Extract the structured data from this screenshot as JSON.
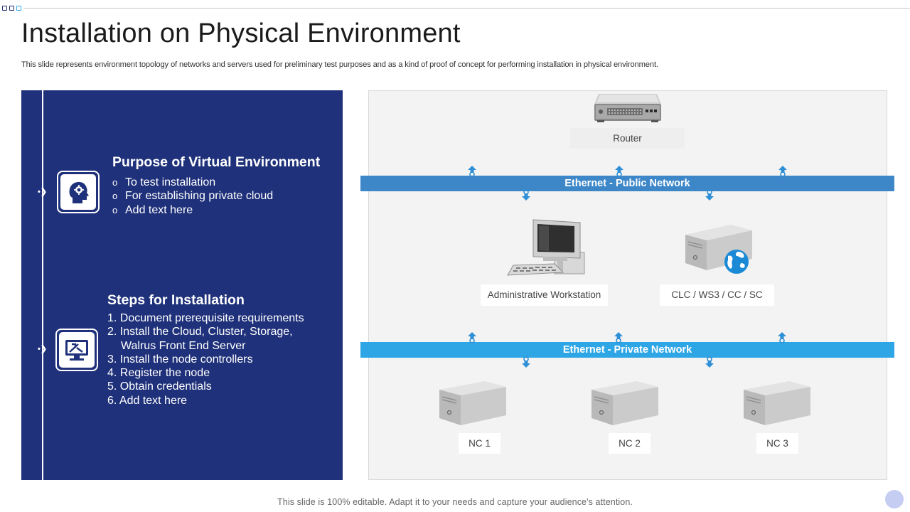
{
  "header": {
    "title": "Installation on Physical Environment",
    "subtitle": "This slide represents environment topology of networks and servers used for preliminary test purposes and as a kind of proof of concept for performing  installation in physical environment."
  },
  "left_panel": {
    "purpose": {
      "title": "Purpose of Virtual Environment",
      "icon": "head-gear-icon",
      "bullet_mark": "o",
      "items": [
        "To test installation",
        "For establishing private cloud",
        "Add text here"
      ]
    },
    "steps": {
      "title": "Steps for Installation",
      "icon": "monitor-tools-icon",
      "items": [
        "1. Document prerequisite requirements",
        "2. Install the Cloud, Cluster, Storage,",
        "Walrus Front End Server",
        "3. Install the node controllers",
        "4. Register the node",
        "5. Obtain credentials",
        "6. Add text here"
      ]
    }
  },
  "diagram": {
    "router_label": "Router",
    "public_network": "Ethernet - Public Network",
    "private_network": "Ethernet - Private Network",
    "workstation_label": "Administrative Workstation",
    "server_label": "CLC / WS3 / CC / SC",
    "nodes": [
      "NC 1",
      "NC 2",
      "NC 3"
    ]
  },
  "colors": {
    "panel_navy": "#1f317a",
    "public_bar": "#3d87c8",
    "private_bar": "#2ea6e6",
    "diagram_bg": "#f3f3f3"
  },
  "footer": {
    "note": "This slide is 100% editable. Adapt it to your needs and capture your audience's attention."
  }
}
